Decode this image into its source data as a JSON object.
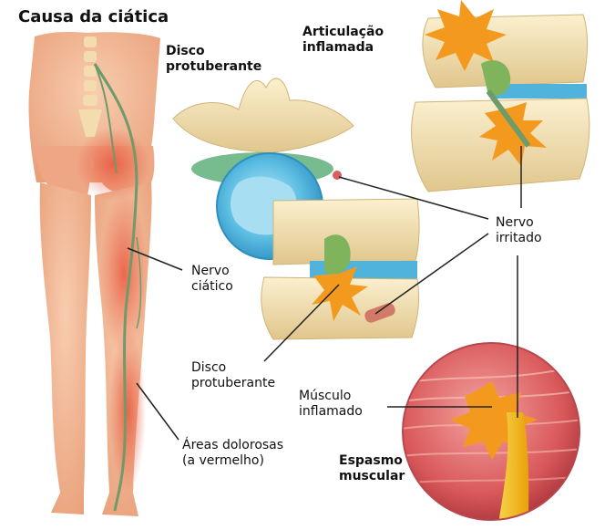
{
  "title": "Causa da ciática",
  "labels": {
    "disc_top": [
      "Disco",
      "protuberante"
    ],
    "joint": [
      "Articulação",
      "inflamada"
    ],
    "nerve_irritated": [
      "Nervo",
      "irritado"
    ],
    "sciatic_nerve": [
      "Nervo",
      "ciático"
    ],
    "disc_bottom": [
      "Disco",
      "protuberante"
    ],
    "muscle": [
      "Músculo",
      "inflamado"
    ],
    "painful_areas": [
      "Áreas dolorosas",
      "(a vermelho)"
    ],
    "spasm": [
      "Espasmo",
      "muscular"
    ]
  },
  "colors": {
    "skin": "#f2b48f",
    "skin_light": "#f8cdb0",
    "pain_red": "#e8573c",
    "nerve_green": "#6f9a6a",
    "bone": "#f0dfb0",
    "disc_blue": "#4fb3dc",
    "muscle_red": "#d9585a",
    "nerve_yellow": "#f4c20d",
    "burst_orange": "#f39a1e"
  }
}
